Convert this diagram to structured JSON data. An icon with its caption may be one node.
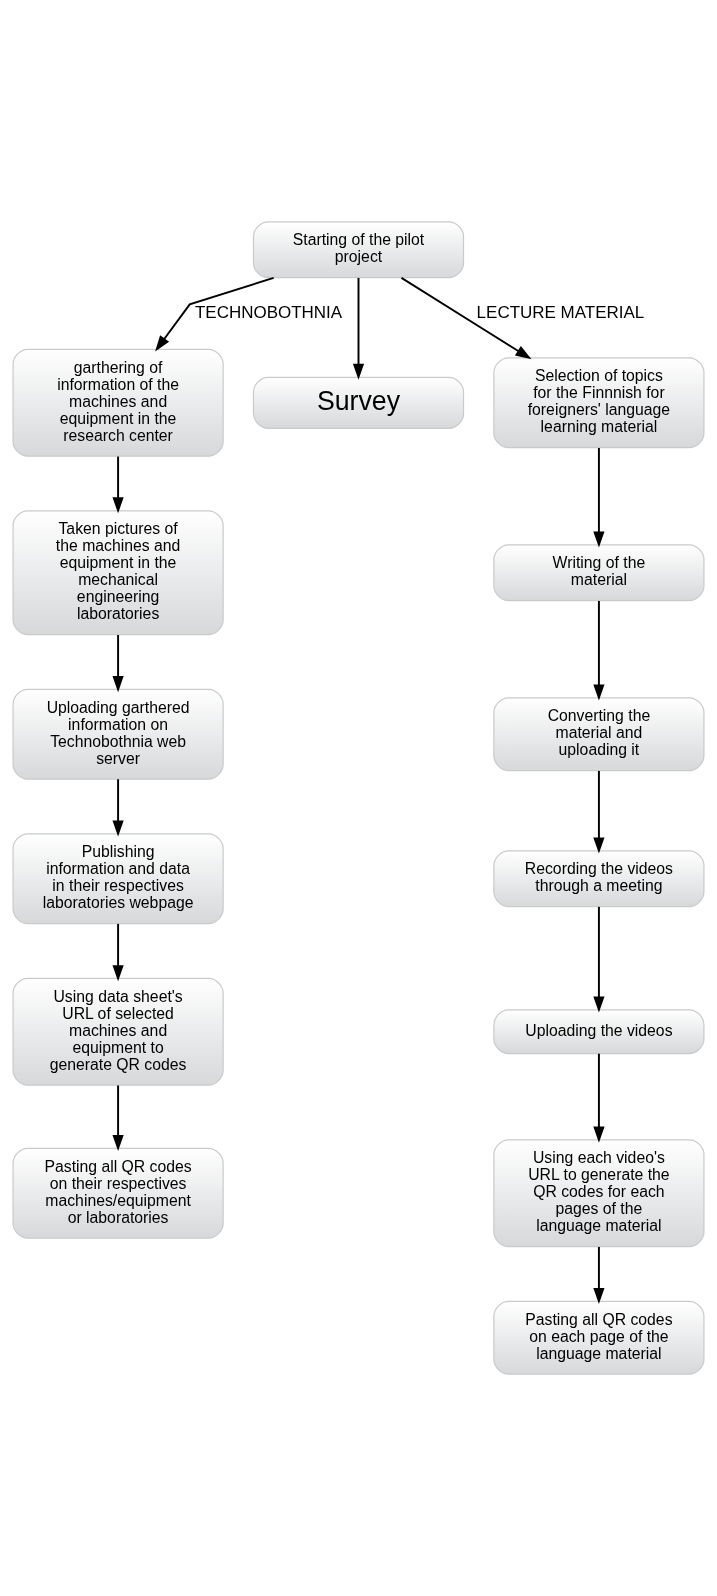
{
  "diagram": {
    "nodes": [
      {
        "text": [
          "Starting of the pilot project"
        ]
      },
      {
        "text": [
          "garthering of information of the machines and equipment in the research center"
        ]
      },
      {
        "text": [
          "Survey"
        ]
      },
      {
        "text": [
          "Selection of topics for the Finnnish for foreigners' language learning material"
        ]
      },
      {
        "text": [
          "Taken pictures of the machines and equipment in the mechanical engineering laboratories"
        ]
      },
      {
        "text": [
          "Uploading garthered information on Technobothnia web server"
        ]
      },
      {
        "text": [
          "Publishing information and data in their respectives laboratories webpage"
        ]
      },
      {
        "text": [
          "Using data sheet's URL of selected machines and equipment to generate QR codes"
        ]
      },
      {
        "text": [
          "Pasting all QR codes on their respectives machines/equipment or laboratories"
        ]
      },
      {
        "text": [
          "Writing of the material"
        ]
      },
      {
        "text": [
          "Converting the material and uploading it"
        ]
      },
      {
        "text": [
          "Recording the videos through a meeting"
        ]
      },
      {
        "text": [
          "Uploading the videos"
        ]
      },
      {
        "text": [
          "Using each video's URL to generate the QR codes for each pages of the language material"
        ]
      },
      {
        "text": [
          "Pasting all QR codes on each page of the language material"
        ]
      }
    ],
    "edges": [
      {
        "from": 0,
        "to": 1,
        "arrow": "to",
        "label": "TECHNOBOTHNIA"
      },
      {
        "from": 0,
        "to": 2,
        "arrow": "to"
      },
      {
        "from": 0,
        "to": 3,
        "arrow": "to",
        "label": "LECTURE MATERIAL"
      },
      {
        "from": 1,
        "to": 4,
        "arrow": "to"
      },
      {
        "from": 4,
        "to": 5,
        "arrow": "to"
      },
      {
        "from": 5,
        "to": 6,
        "arrow": "to"
      },
      {
        "from": 6,
        "to": 7,
        "arrow": "to"
      },
      {
        "from": 7,
        "to": 8,
        "arrow": "to"
      },
      {
        "from": 3,
        "to": 9,
        "arrow": "to"
      },
      {
        "from": 9,
        "to": 10,
        "arrow": "to"
      },
      {
        "from": 10,
        "to": 11,
        "arrow": "to"
      },
      {
        "from": 11,
        "to": 12,
        "arrow": "to"
      },
      {
        "from": 12,
        "to": 13,
        "arrow": "to"
      },
      {
        "from": 13,
        "to": 14,
        "arrow": "to"
      }
    ]
  }
}
